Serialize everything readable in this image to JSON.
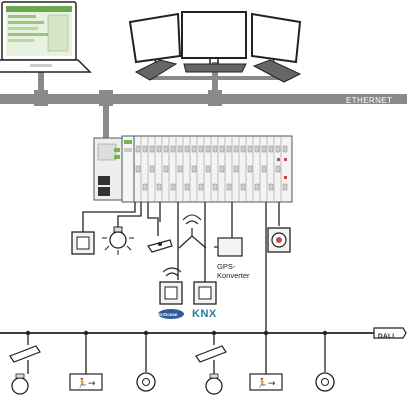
{
  "labels": {
    "ethernet": "ETHERNET",
    "gps_converter": "GPS-\nKonverter",
    "dali": "DALI",
    "enocean": "EnOcean",
    "knx": "KNX"
  },
  "icons": [
    "laptop-icon",
    "monitor-icon",
    "keyboard-icon",
    "plc-controller-icon",
    "io-module-icon",
    "push-button-icon",
    "light-bulb-icon",
    "motor-icon",
    "antenna-icon",
    "junction-box-icon",
    "wireless-switch-icon",
    "smoke-detector-icon",
    "enocean-logo-icon",
    "knx-logo-icon",
    "luminaire-icon",
    "exit-sign-icon",
    "downlight-icon"
  ],
  "colors": {
    "bus_line": "#7a7a7a",
    "lines": "#222222",
    "device_fill": "#f3f3f3",
    "module_green": "#7ab648",
    "knx_blue": "#2a79a8",
    "enocean_blue": "#2f5b9a"
  }
}
